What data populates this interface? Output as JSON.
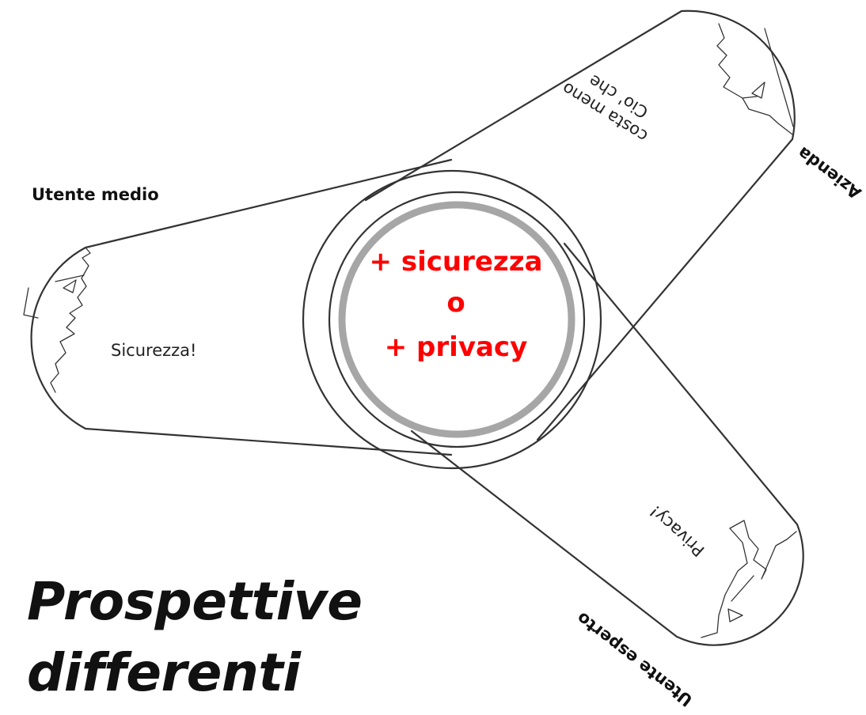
{
  "title": {
    "line1": "Prospettive",
    "line2": "differenti"
  },
  "center": {
    "line1": "+ sicurezza",
    "line2": "o",
    "line3": "+ privacy",
    "color": "#ff0000",
    "ring_color": "#a6a6a6"
  },
  "perspectives": [
    {
      "label": "Utente medio",
      "speech": "Sicurezza!"
    },
    {
      "label": "Azienda",
      "speech_line1": "Cio' che",
      "speech_line2": "costa meno"
    },
    {
      "label": "Utente esperto",
      "speech": "Privacy!"
    }
  ],
  "colors": {
    "line": "#333333",
    "text": "#111111",
    "background": "#ffffff"
  }
}
